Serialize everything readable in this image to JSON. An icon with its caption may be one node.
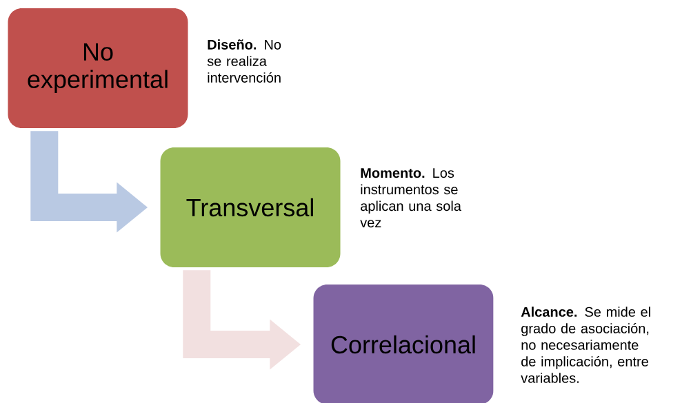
{
  "diagram": {
    "nodes": [
      {
        "text": [
          "No experimental"
        ],
        "beside": [
          "**Diseño.** No se realiza intervención"
        ]
      },
      {
        "text": [
          "Transversal"
        ],
        "beside": [
          "**Momento.** Los instrumentos se aplican una sola vez"
        ]
      },
      {
        "text": [
          "Correlacional"
        ],
        "beside": [
          "**Alcance.** Se mide el grado de asociación, no necesariamente de implicación, entre variables."
        ]
      }
    ],
    "edges": [
      {
        "from": 0,
        "to": 1,
        "arrow": "to",
        "color": "#b9c9e3"
      },
      {
        "from": 1,
        "to": 2,
        "arrow": "to",
        "color": "#f2e0e0"
      }
    ]
  }
}
